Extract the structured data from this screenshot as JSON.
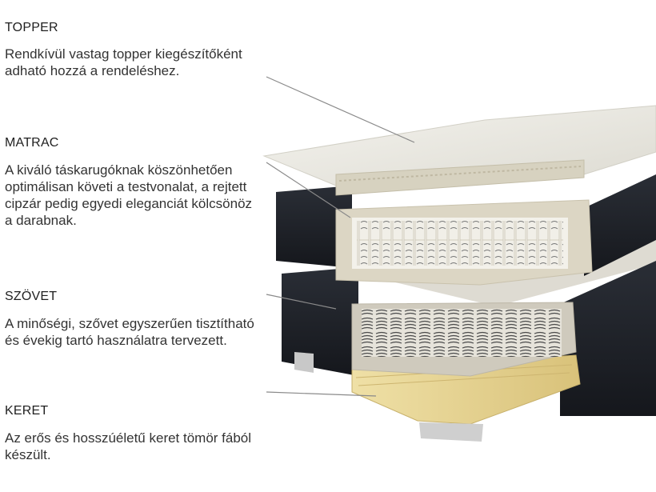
{
  "sections": [
    {
      "title": "TOPPER",
      "text": "Rendkívül vastag topper kiegészítőként adható hozzá a rendeléshez."
    },
    {
      "title": "MATRAC",
      "text": "A kiváló táskarugóknak köszönhetően optimálisan követi a testvonalat, a rejtett cipzár pedig egyedi eleganciát kölcsönöz a darabnak."
    },
    {
      "title": "SZÖVET",
      "text": "A minőségi, szővet egyszerűen tisztítható és évekig tartó használatra tervezett."
    },
    {
      "title": "KERET",
      "text": "Az erős és hosszúéletű keret tömör fából készült."
    }
  ],
  "colors": {
    "fabric": "#1c1f26",
    "topper": "#ecebe4",
    "foam": "#dcd6c4",
    "wood": "#e9d79a",
    "leader": "#8a8a8a"
  }
}
